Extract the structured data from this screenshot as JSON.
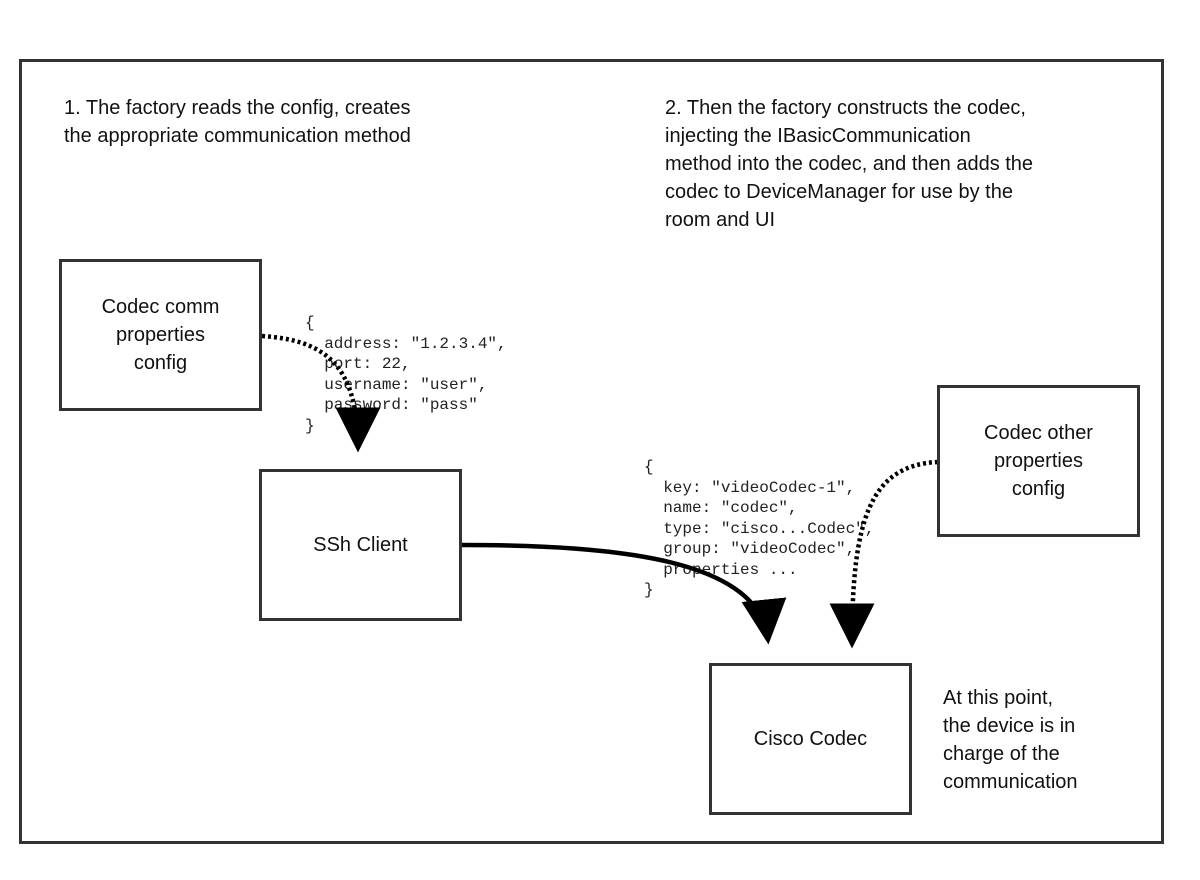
{
  "notes": {
    "step1": "1. The factory reads the config, creates\nthe appropriate communication method",
    "step2": "2. Then the factory constructs the codec,\ninjecting the IBasicCommunication\nmethod into the codec, and then adds the\ncodec to DeviceManager for use by the\nroom and UI",
    "final": "At this point,\nthe device is in\ncharge of the\ncommunication"
  },
  "boxes": {
    "comm_config": "Codec comm\nproperties\nconfig",
    "ssh_client": "SSh Client",
    "other_config": "Codec other\nproperties\nconfig",
    "cisco_codec": "Cisco Codec"
  },
  "code": {
    "comm_json": "{\n  address: \"1.2.3.4\",\n  port: 22,\n  username: \"user\",\n  password: \"pass\"\n}",
    "device_json": "{\n  key: \"videoCodec-1\",\n  name: \"codec\",\n  type: \"cisco...Codec\",\n  group: \"videoCodec\",\n  properties ...\n}"
  },
  "colors": {
    "stroke": "#333333",
    "arrow": "#000000"
  }
}
